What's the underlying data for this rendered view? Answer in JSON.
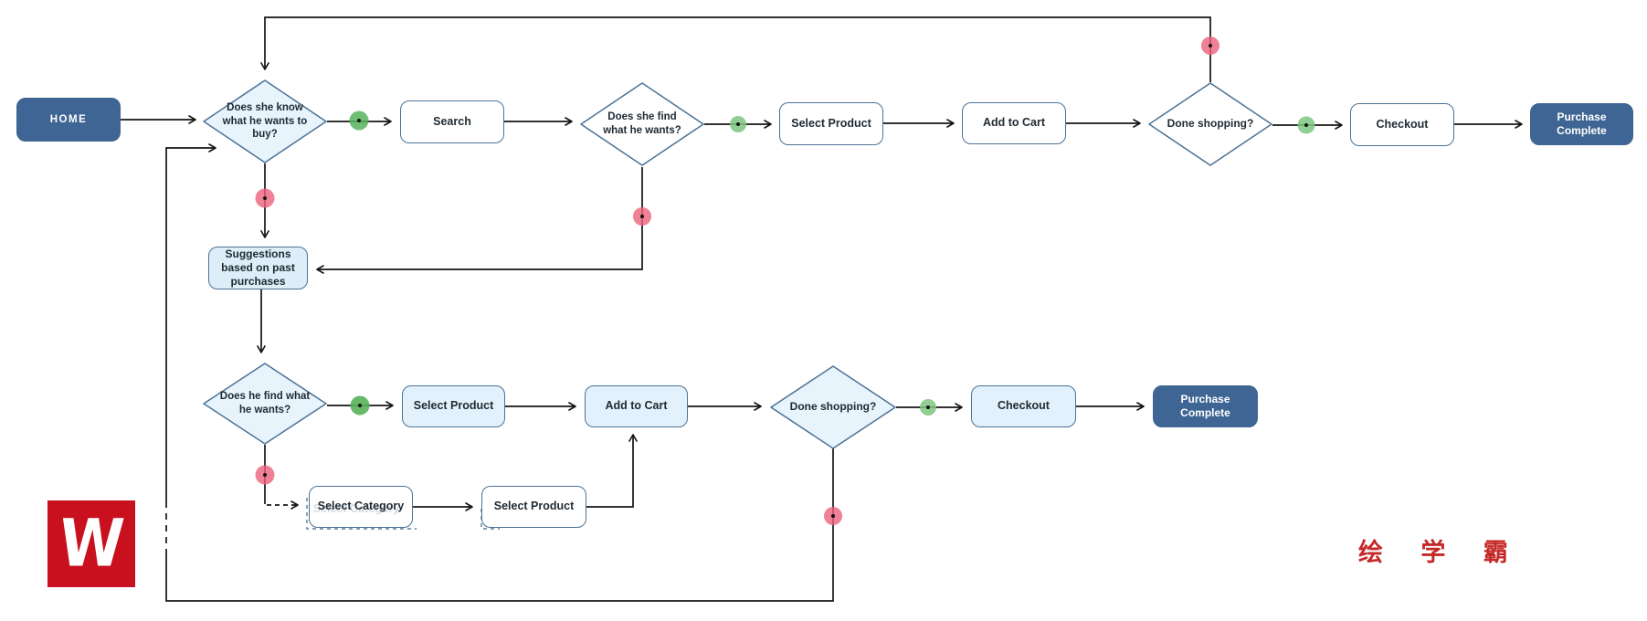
{
  "diagram": {
    "type": "flowchart",
    "topic": "E-commerce shopping purchase flow"
  },
  "nodes": {
    "home": {
      "label": "HOME"
    },
    "q_know": {
      "label": "Does she know what he wants to buy?"
    },
    "search": {
      "label": "Search"
    },
    "q_find_she": {
      "label": "Does she find what he wants?"
    },
    "select_product_1": {
      "label": "Select Product"
    },
    "add_to_cart_1": {
      "label": "Add to Cart"
    },
    "q_done_1": {
      "label": "Done shopping?"
    },
    "checkout_1": {
      "label": "Checkout"
    },
    "purchase_complete_1": {
      "label": "Purchase Complete"
    },
    "suggestions": {
      "label": "Suggestions based on past purchases"
    },
    "q_find_he": {
      "label": "Does he find what he wants?"
    },
    "select_product_2": {
      "label": "Select Product"
    },
    "add_to_cart_2": {
      "label": "Add to Cart"
    },
    "q_done_2": {
      "label": "Done shopping?"
    },
    "checkout_2": {
      "label": "Checkout"
    },
    "purchase_complete_2": {
      "label": "Purchase Complete"
    },
    "select_category": {
      "label": "Select Category"
    },
    "select_product_3": {
      "label": "Select Product"
    }
  },
  "indicators": {
    "yes_dot_color": "#55b35a",
    "no_dot_color": "#ec607a"
  },
  "colors": {
    "terminal_fill": "#3e6593",
    "process_fill_light": "#e2f1fb",
    "suggestion_fill": "#ddeef9",
    "shape_border": "#4c7296",
    "line": "#141414",
    "logo_red": "#c8101e",
    "brand_red": "#c62828"
  },
  "watermark": {
    "logo_letter": "W",
    "brand_text": "绘 学 霸"
  }
}
